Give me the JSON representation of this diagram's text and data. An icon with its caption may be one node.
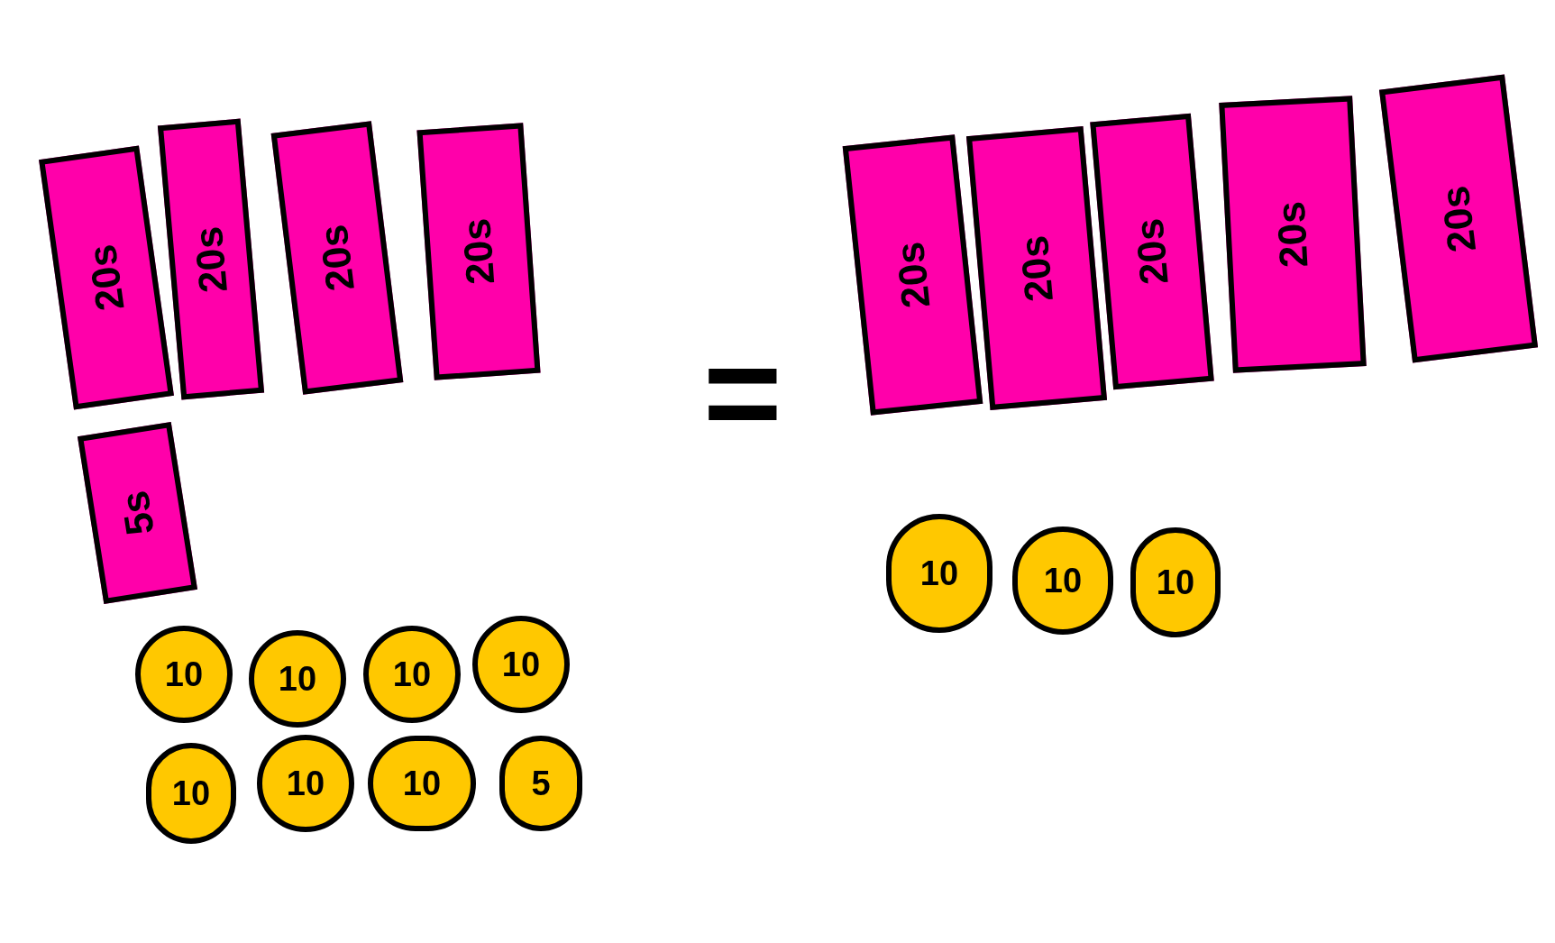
{
  "diagram": {
    "nodes": [
      {
        "text": [
          "20s"
        ]
      },
      {
        "text": [
          "20s"
        ]
      },
      {
        "text": [
          "20s"
        ]
      },
      {
        "text": [
          "20s"
        ]
      },
      {
        "text": [
          "5s"
        ]
      },
      {
        "text": [
          "10"
        ]
      },
      {
        "text": [
          "10"
        ]
      },
      {
        "text": [
          "10"
        ]
      },
      {
        "text": [
          "10"
        ]
      },
      {
        "text": [
          "10"
        ]
      },
      {
        "text": [
          "10"
        ]
      },
      {
        "text": [
          "10"
        ]
      },
      {
        "text": [
          "5"
        ]
      },
      {
        "text": [
          "20s"
        ]
      },
      {
        "text": [
          "20s"
        ]
      },
      {
        "text": [
          "20s"
        ]
      },
      {
        "text": [
          "20s"
        ]
      },
      {
        "text": [
          "20s"
        ]
      },
      {
        "text": [
          "10"
        ]
      },
      {
        "text": [
          "10"
        ]
      },
      {
        "text": [
          "10"
        ]
      }
    ],
    "labels": [
      "="
    ]
  }
}
